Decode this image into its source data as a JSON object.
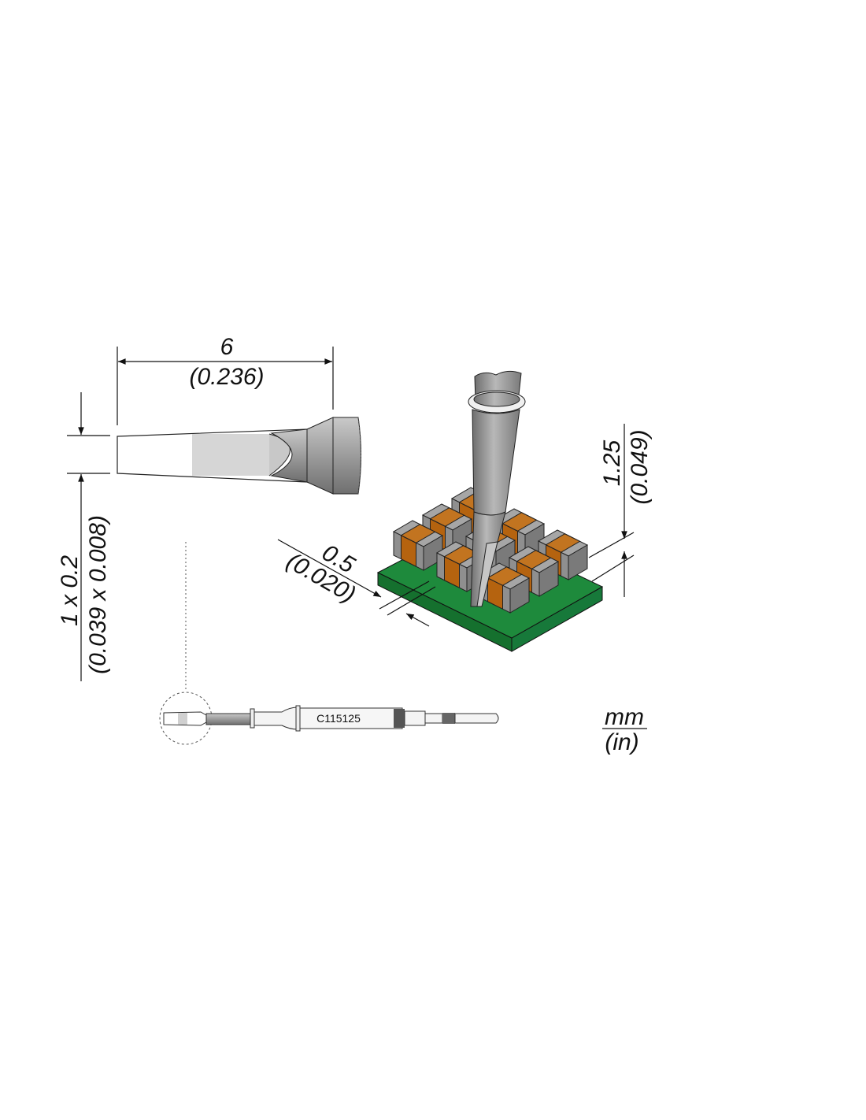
{
  "dimensions": {
    "length_mm": "6",
    "length_in": "(0.236)",
    "tip_mm": "1 x 0.2",
    "tip_in": "(0.039 x 0.008)",
    "height_mm": "1.25",
    "height_in": "(0.049)",
    "gap_mm": "0.5",
    "gap_in": "(0.020)"
  },
  "units": {
    "primary": "mm",
    "secondary": "(in)"
  },
  "cartridge": {
    "part_number": "C115125"
  },
  "colors": {
    "board": "#1e8a3c",
    "component_gray": "#a6a6a6",
    "component_orange": "#b5630f",
    "tool_gray": "#9a9a9a"
  }
}
